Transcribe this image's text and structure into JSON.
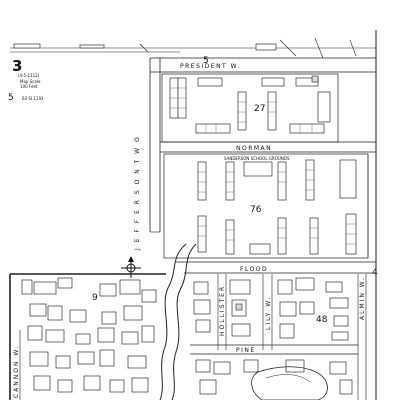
{
  "map": {
    "sheet_number": "3",
    "page_ref_top": "5",
    "page_ref_right": "4",
    "page_ref_left": "5",
    "scale_note_1": "(4-5-1112)",
    "scale_note_2": "Map Scale",
    "scale_note_3": "100 Feet",
    "left_margin_note": "63 SI 1191"
  },
  "streets": {
    "president": "PRESIDENT  W.",
    "norman": "NORMAN",
    "flood": "FLOOD",
    "pine": "PINE",
    "cannon": "CANNON  W.",
    "jefferson": "J E F F E R S O N  T W O",
    "lily": "LILY W.",
    "almin": "ALMIN W.",
    "hollister": "HOLLISTER",
    "school_grounds": "SANDERSON  SCHOOL  GROUNDS"
  },
  "blocks": {
    "b1": "27",
    "b2": "76",
    "b3": "9",
    "b4": "48"
  },
  "colors": {
    "ink": "#222222",
    "paper": "#ffffff",
    "shade": "#d8d8d8"
  },
  "icons": {
    "compass": "compass-rose-icon"
  }
}
